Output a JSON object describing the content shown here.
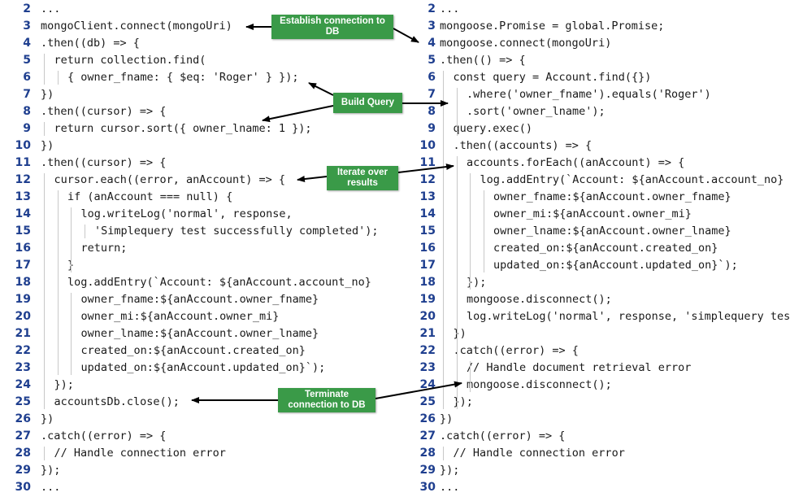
{
  "left_code": [
    {
      "n": "2",
      "indent": 0,
      "code": "..."
    },
    {
      "n": "3",
      "indent": 0,
      "code": "mongoClient.connect(mongoUri)"
    },
    {
      "n": "4",
      "indent": 0,
      "code": ".then((db) => {"
    },
    {
      "n": "5",
      "indent": 1,
      "code": "return collection.find("
    },
    {
      "n": "6",
      "indent": 2,
      "code": "{ owner_fname: { $eq: 'Roger' } });"
    },
    {
      "n": "7",
      "indent": 0,
      "code": "})"
    },
    {
      "n": "8",
      "indent": 0,
      "code": ".then((cursor) => {"
    },
    {
      "n": "9",
      "indent": 1,
      "code": "return cursor.sort({ owner_lname: 1 });"
    },
    {
      "n": "10",
      "indent": 0,
      "code": "})"
    },
    {
      "n": "11",
      "indent": 0,
      "code": ".then((cursor) => {"
    },
    {
      "n": "12",
      "indent": 1,
      "code": "cursor.each((error, anAccount) => {"
    },
    {
      "n": "13",
      "indent": 2,
      "code": "if (anAccount === null) {"
    },
    {
      "n": "14",
      "indent": 3,
      "code": "log.writeLog('normal', response,"
    },
    {
      "n": "15",
      "indent": 4,
      "code": "'Simplequery test successfully completed');"
    },
    {
      "n": "16",
      "indent": 3,
      "code": "return;"
    },
    {
      "n": "17",
      "indent": 2,
      "code": "}"
    },
    {
      "n": "18",
      "indent": 2,
      "code": "log.addEntry(`Account: ${anAccount.account_no}"
    },
    {
      "n": "19",
      "indent": 3,
      "code": "owner_fname:${anAccount.owner_fname}"
    },
    {
      "n": "20",
      "indent": 3,
      "code": "owner_mi:${anAccount.owner_mi}"
    },
    {
      "n": "21",
      "indent": 3,
      "code": "owner_lname:${anAccount.owner_lname}"
    },
    {
      "n": "22",
      "indent": 3,
      "code": "created_on:${anAccount.created_on}"
    },
    {
      "n": "23",
      "indent": 3,
      "code": "updated_on:${anAccount.updated_on}`);"
    },
    {
      "n": "24",
      "indent": 1,
      "code": "});"
    },
    {
      "n": "25",
      "indent": 1,
      "code": "accountsDb.close();"
    },
    {
      "n": "26",
      "indent": 0,
      "code": "})"
    },
    {
      "n": "27",
      "indent": 0,
      "code": ".catch((error) => {"
    },
    {
      "n": "28",
      "indent": 1,
      "code": "// Handle connection error"
    },
    {
      "n": "29",
      "indent": 0,
      "code": "});"
    },
    {
      "n": "30",
      "indent": 0,
      "code": "..."
    }
  ],
  "right_code": [
    {
      "n": "2",
      "indent": 0,
      "code": "..."
    },
    {
      "n": "3",
      "indent": 0,
      "code": "mongoose.Promise = global.Promise;"
    },
    {
      "n": "4",
      "indent": 0,
      "code": "mongoose.connect(mongoUri)"
    },
    {
      "n": "5",
      "indent": 0,
      "code": ".then(() => {"
    },
    {
      "n": "6",
      "indent": 1,
      "code": "const query = Account.find({})"
    },
    {
      "n": "7",
      "indent": 2,
      "code": ".where('owner_fname').equals('Roger')"
    },
    {
      "n": "8",
      "indent": 2,
      "code": ".sort('owner_lname');"
    },
    {
      "n": "9",
      "indent": 1,
      "code": "query.exec()"
    },
    {
      "n": "10",
      "indent": 1,
      "code": ".then((accounts) => {"
    },
    {
      "n": "11",
      "indent": 2,
      "code": "accounts.forEach((anAccount) => {"
    },
    {
      "n": "12",
      "indent": 3,
      "code": "log.addEntry(`Account: ${anAccount.account_no}"
    },
    {
      "n": "13",
      "indent": 4,
      "code": "owner_fname:${anAccount.owner_fname}"
    },
    {
      "n": "14",
      "indent": 4,
      "code": "owner_mi:${anAccount.owner_mi}"
    },
    {
      "n": "15",
      "indent": 4,
      "code": "owner_lname:${anAccount.owner_lname}"
    },
    {
      "n": "16",
      "indent": 4,
      "code": "created_on:${anAccount.created_on}"
    },
    {
      "n": "17",
      "indent": 4,
      "code": "updated_on:${anAccount.updated_on}`);"
    },
    {
      "n": "18",
      "indent": 2,
      "code": "});"
    },
    {
      "n": "19",
      "indent": 2,
      "code": "mongoose.disconnect();"
    },
    {
      "n": "20",
      "indent": 2,
      "code": "log.writeLog('normal', response, 'simplequery tes"
    },
    {
      "n": "21",
      "indent": 1,
      "code": "})"
    },
    {
      "n": "22",
      "indent": 1,
      "code": ".catch((error) => {"
    },
    {
      "n": "23",
      "indent": 2,
      "code": "// Handle document retrieval error"
    },
    {
      "n": "24",
      "indent": 2,
      "code": "mongoose.disconnect();"
    },
    {
      "n": "25",
      "indent": 1,
      "code": "});"
    },
    {
      "n": "26",
      "indent": 0,
      "code": "})"
    },
    {
      "n": "27",
      "indent": 0,
      "code": ".catch((error) => {"
    },
    {
      "n": "28",
      "indent": 1,
      "code": "// Handle connection error"
    },
    {
      "n": "29",
      "indent": 0,
      "code": "});"
    },
    {
      "n": "30",
      "indent": 0,
      "code": "..."
    }
  ],
  "callouts": {
    "establish": "Establish connection to DB",
    "build_query": "Build Query",
    "iterate": "Iterate over results",
    "terminate": "Terminate connection to DB"
  },
  "colors": {
    "callout_bg": "#3a9a48",
    "line_number": "#1f3f8f",
    "code_text": "#1a1a1a"
  }
}
